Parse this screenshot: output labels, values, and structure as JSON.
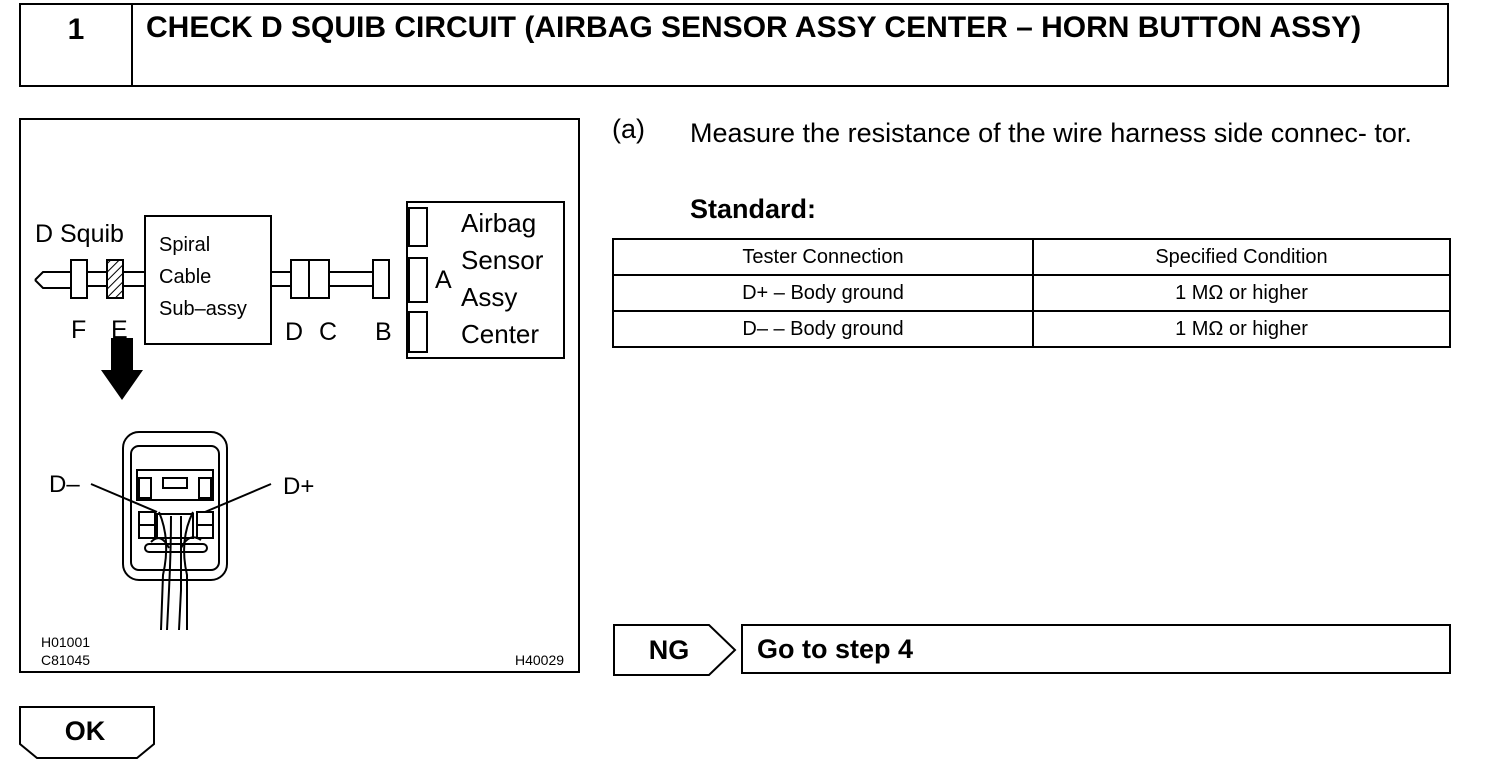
{
  "step": {
    "number": "1",
    "title": "CHECK D SQUIB CIRCUIT (AIRBAG SENSOR ASSY CENTER – HORN BUTTON ASSY)"
  },
  "illustration": {
    "squib_label": "D Squib",
    "spiral_lines": [
      "Spiral",
      "Cable",
      "Sub–assy"
    ],
    "sensor_lines": [
      "Airbag",
      "Sensor",
      "Assy",
      "Center"
    ],
    "connector_letters": {
      "A": "A",
      "B": "B",
      "C": "C",
      "D": "D",
      "E": "E",
      "F": "F"
    },
    "terminal_minus": "D–",
    "terminal_plus": "D+",
    "codes_left": [
      "H01001",
      "C81045"
    ],
    "code_right": "H40029"
  },
  "instruction": {
    "letter": "(a)",
    "text": "Measure the resistance of the wire harness side connec- tor.",
    "standard_label": "Standard:"
  },
  "table": {
    "headers": [
      "Tester Connection",
      "Specified Condition"
    ],
    "rows": [
      [
        "D+ – Body ground",
        "1 MΩ or higher"
      ],
      [
        "D– – Body ground",
        "1 MΩ or higher"
      ]
    ]
  },
  "result_ng": {
    "tag": "NG",
    "text": "Go to step 4"
  },
  "result_ok": {
    "tag": "OK"
  }
}
